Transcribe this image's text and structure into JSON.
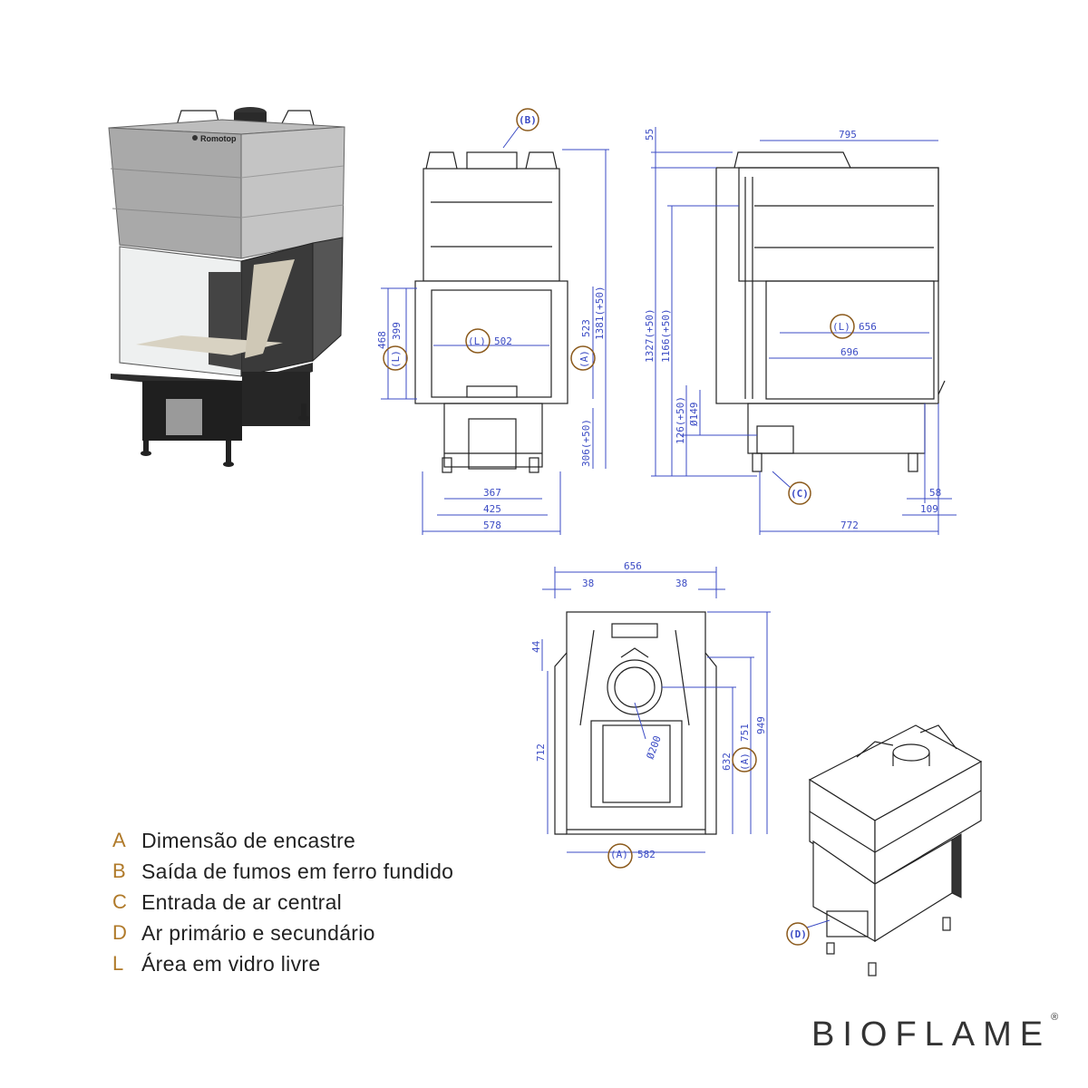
{
  "photo": {
    "brand_label": "Romotop"
  },
  "callouts": {
    "B": "(B)",
    "C": "(C)",
    "D": "(D)"
  },
  "front_view": {
    "dims": {
      "d468": "468",
      "d399": "399",
      "L": "(L)",
      "Lw": "502",
      "A": "(A)",
      "d523": "523",
      "d1381": "1381(+50)",
      "d306": "306(+50)",
      "d367": "367",
      "d425": "425",
      "d578": "578"
    }
  },
  "side_view": {
    "dims": {
      "d795": "795",
      "d55": "55",
      "d1327": "1327(+50)",
      "d1166": "1166(+50)",
      "d126": "126(+50)",
      "d149": "Ø149",
      "L": "(L)",
      "d656": "656",
      "d696": "696",
      "d58": "58",
      "d109": "109",
      "d772": "772"
    }
  },
  "top_view": {
    "dims": {
      "d656": "656",
      "d38a": "38",
      "d38b": "38",
      "d44": "44",
      "d712": "712",
      "d632": "632",
      "A": "(A)",
      "d751": "751",
      "d949": "949",
      "d200": "Ø200",
      "d582": "582"
    }
  },
  "legend": [
    {
      "letter": "A",
      "text": "Dimensão de encastre"
    },
    {
      "letter": "B",
      "text": "Saída de fumos em ferro fundido"
    },
    {
      "letter": "C",
      "text": "Entrada de ar central"
    },
    {
      "letter": "D",
      "text": "Ar primário e secundário"
    },
    {
      "letter": "L",
      "text": "Área em vidro livre"
    }
  ],
  "brand": {
    "name": "BIOFLAME",
    "mark": "®"
  },
  "colors": {
    "dimension": "#3b4bc4",
    "callout": "#8b5a1c",
    "legend_letter": "#b07a2a"
  }
}
